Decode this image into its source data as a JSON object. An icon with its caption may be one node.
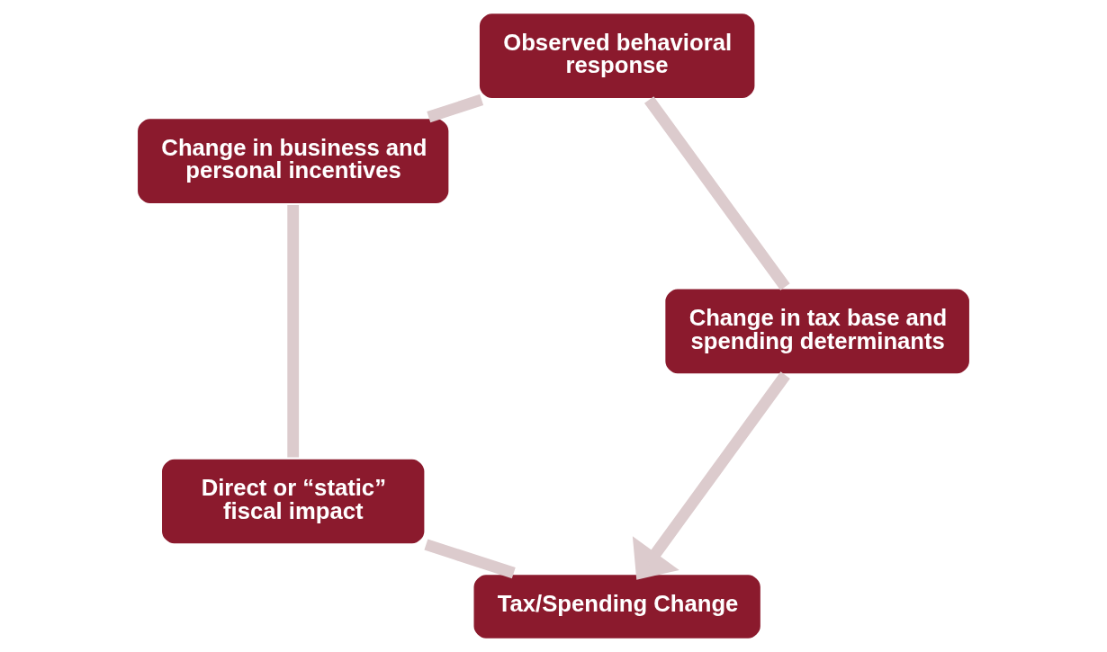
{
  "diagram": {
    "nodes": [
      {
        "text": [
          "Tax/Spending Change"
        ]
      },
      {
        "text": [
          "Direct or “static” fiscal impact"
        ]
      },
      {
        "text": [
          "Change in business and personal incentives"
        ]
      },
      {
        "text": [
          "Observed behavioral response"
        ]
      },
      {
        "text": [
          "Change in tax base and spending determinants"
        ]
      }
    ],
    "edges": [
      {
        "from": 0,
        "to": 1,
        "arrow": "none"
      },
      {
        "from": 1,
        "to": 2,
        "arrow": "none"
      },
      {
        "from": 2,
        "to": 3,
        "arrow": "none"
      },
      {
        "from": 3,
        "to": 4,
        "arrow": "none"
      },
      {
        "from": 4,
        "to": 0,
        "arrow": "to"
      }
    ]
  }
}
